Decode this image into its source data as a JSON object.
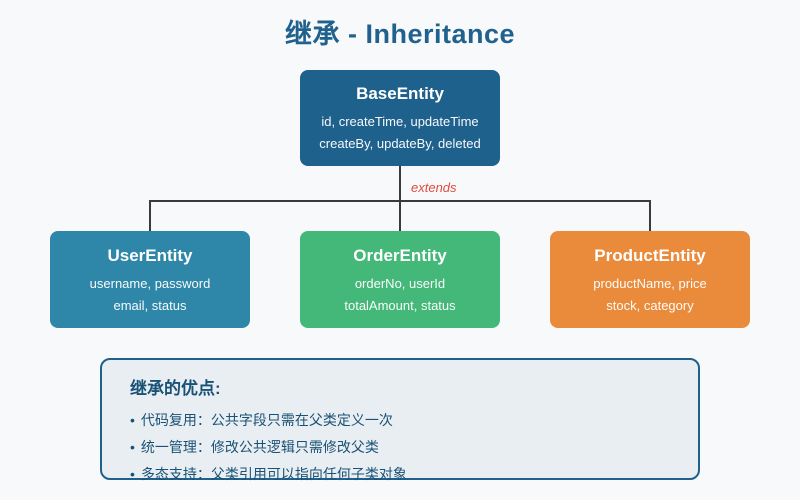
{
  "page": {
    "title": "继承 - Inheritance",
    "background_color": "#f7f9fa",
    "title_color": "#20618e"
  },
  "diagram": {
    "edge_label": "extends",
    "edge_label_color": "#df4c3e",
    "connector_color": "#3a3a3a",
    "parent": {
      "name": "BaseEntity",
      "fields_line1": "id, createTime, updateTime",
      "fields_line2": "createBy, updateBy, deleted",
      "color": "#1f618d"
    },
    "children": [
      {
        "name": "UserEntity",
        "fields_line1": "username, password",
        "fields_line2": "email, status",
        "color": "#2e87a8"
      },
      {
        "name": "OrderEntity",
        "fields_line1": "orderNo, userId",
        "fields_line2": "totalAmount, status",
        "color": "#44b878"
      },
      {
        "name": "ProductEntity",
        "fields_line1": "productName, price",
        "fields_line2": "stock, category",
        "color": "#e98b3a"
      }
    ]
  },
  "benefits": {
    "heading": "继承的优点:",
    "bullet": "•",
    "text_color": "#1a5276",
    "border_color": "#1f618d",
    "background_color": "#e9eef2",
    "items": [
      "代码复用：公共字段只需在父类定义一次",
      "统一管理：修改公共逻辑只需修改父类",
      "多态支持：父类引用可以指向任何子类对象"
    ]
  }
}
